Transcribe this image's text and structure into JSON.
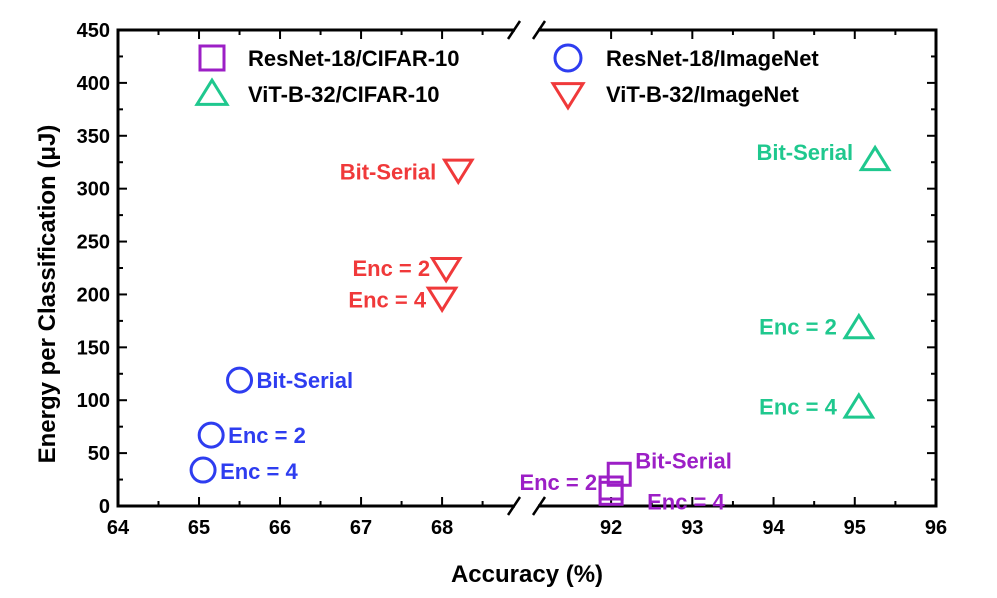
{
  "chart_data": {
    "type": "scatter",
    "xlabel": "Accuracy (%)",
    "ylabel": "Energy per Classification (μJ)",
    "broken_x_axis": true,
    "x_segments": [
      {
        "range": [
          64,
          68.9
        ],
        "ticks": [
          64,
          65,
          66,
          67,
          68
        ]
      },
      {
        "range": [
          91.1,
          96
        ],
        "ticks": [
          92,
          93,
          94,
          95,
          96
        ]
      }
    ],
    "ylim": [
      0,
      450
    ],
    "yticks": [
      0,
      50,
      100,
      150,
      200,
      250,
      300,
      350,
      400,
      450
    ],
    "grid": false,
    "legend_position": "top",
    "colors": {
      "resnet_cifar": "#9c1fc6",
      "resnet_imagenet": "#2e3df0",
      "vit_cifar": "#1fc88e",
      "vit_imagenet": "#f0393a"
    },
    "series": [
      {
        "name": "ResNet-18/CIFAR-10",
        "marker": "square",
        "color_key": "resnet_cifar",
        "points": [
          {
            "label": "Bit-Serial",
            "x": 92.1,
            "y": 30
          },
          {
            "label": "Enc = 2",
            "x": 92.0,
            "y": 17
          },
          {
            "label": "Enc = 4",
            "x": 92.0,
            "y": 12
          }
        ]
      },
      {
        "name": "ResNet-18/ImageNet",
        "marker": "circle",
        "color_key": "resnet_imagenet",
        "points": [
          {
            "label": "Bit-Serial",
            "x": 65.5,
            "y": 119
          },
          {
            "label": "Enc = 2",
            "x": 65.15,
            "y": 67
          },
          {
            "label": "Enc = 4",
            "x": 65.05,
            "y": 34
          }
        ]
      },
      {
        "name": "ViT-B-32/CIFAR-10",
        "marker": "triangle-up",
        "color_key": "vit_cifar",
        "points": [
          {
            "label": "Bit-Serial",
            "x": 95.25,
            "y": 327
          },
          {
            "label": "Enc = 2",
            "x": 95.05,
            "y": 168
          },
          {
            "label": "Enc = 4",
            "x": 95.05,
            "y": 93
          }
        ]
      },
      {
        "name": "ViT-B-32/ImageNet",
        "marker": "triangle-down",
        "color_key": "vit_imagenet",
        "points": [
          {
            "label": "Bit-Serial",
            "x": 68.2,
            "y": 318
          },
          {
            "label": "Enc = 2",
            "x": 68.05,
            "y": 225
          },
          {
            "label": "Enc = 4",
            "x": 68.0,
            "y": 197
          }
        ]
      }
    ]
  }
}
